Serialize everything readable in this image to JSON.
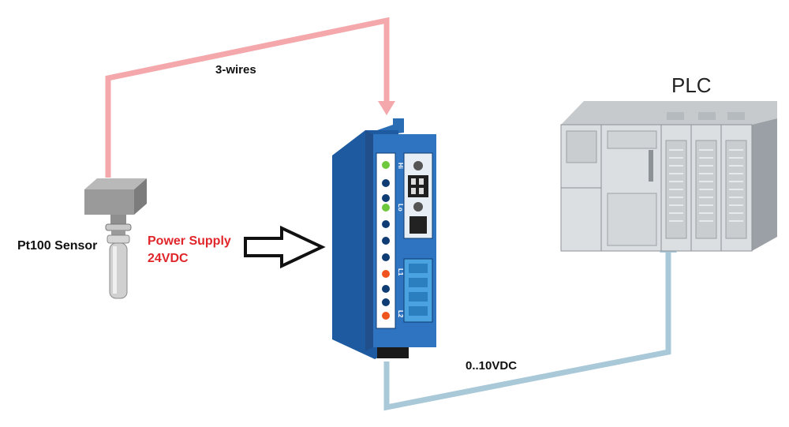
{
  "labels": {
    "wires": "3-wires",
    "sensor": "Pt100 Sensor",
    "power_supply_line1": "Power Supply",
    "power_supply_line2": "24VDC",
    "output_signal": "0..10VDC",
    "plc": "PLC"
  },
  "transmitter": {
    "terminal_labels": [
      "Hi",
      "Lo",
      "L1",
      "L2"
    ]
  },
  "colors": {
    "sensor_wire": "#f4a8ab",
    "output_wire": "#a9c8d8",
    "power_label": "#e0262b",
    "transmitter_body": "#2a6db5",
    "plc_body": "#dcdfe1"
  }
}
